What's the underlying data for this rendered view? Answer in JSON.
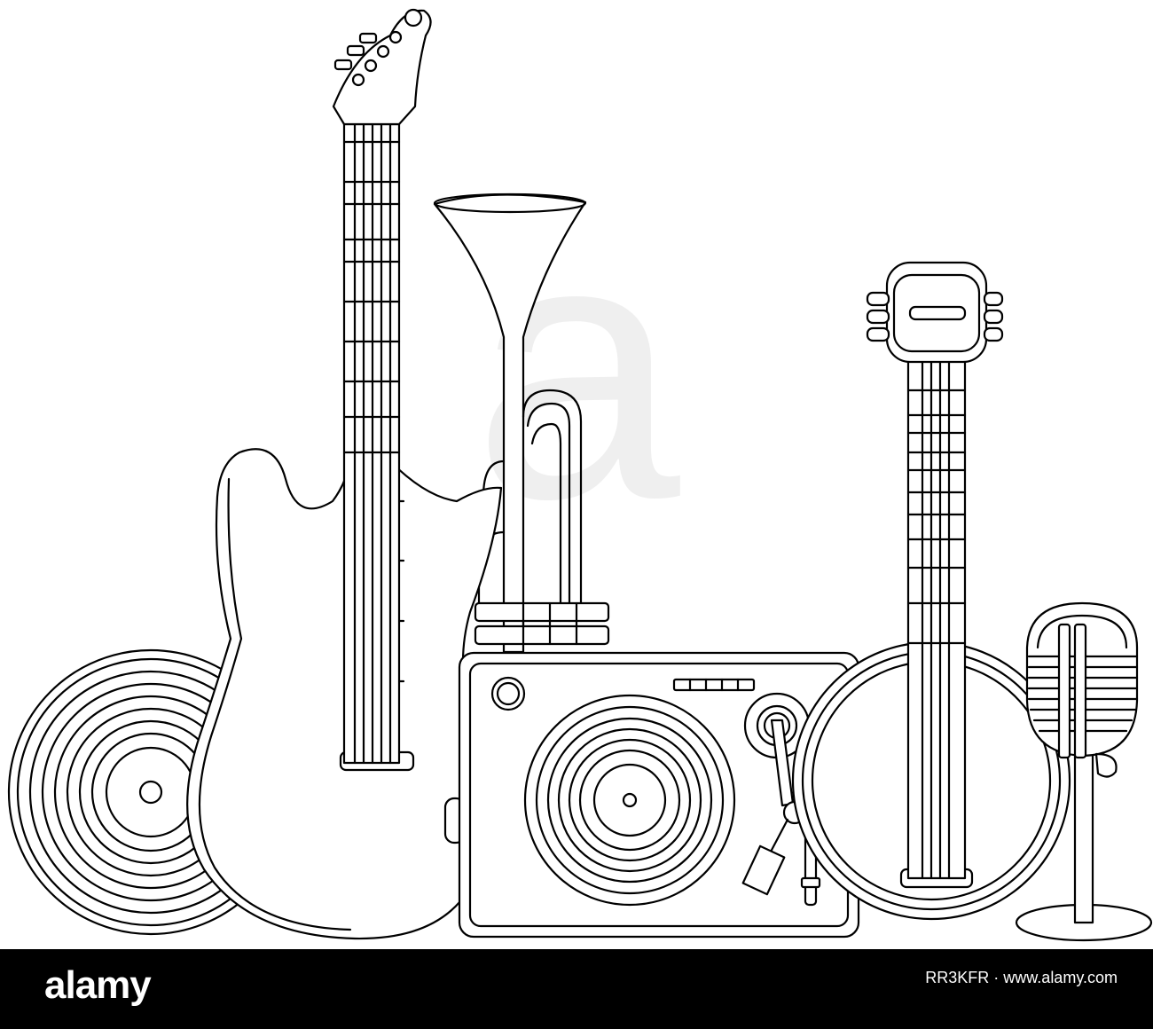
{
  "footer": {
    "logo_text": "alamy",
    "stock_id": "www.alamy.com",
    "image_code": "RR3KFR"
  },
  "watermark": {
    "text": "a"
  },
  "colors": {
    "background": "#ffffff",
    "footer": "#000000",
    "line": "#000000"
  }
}
